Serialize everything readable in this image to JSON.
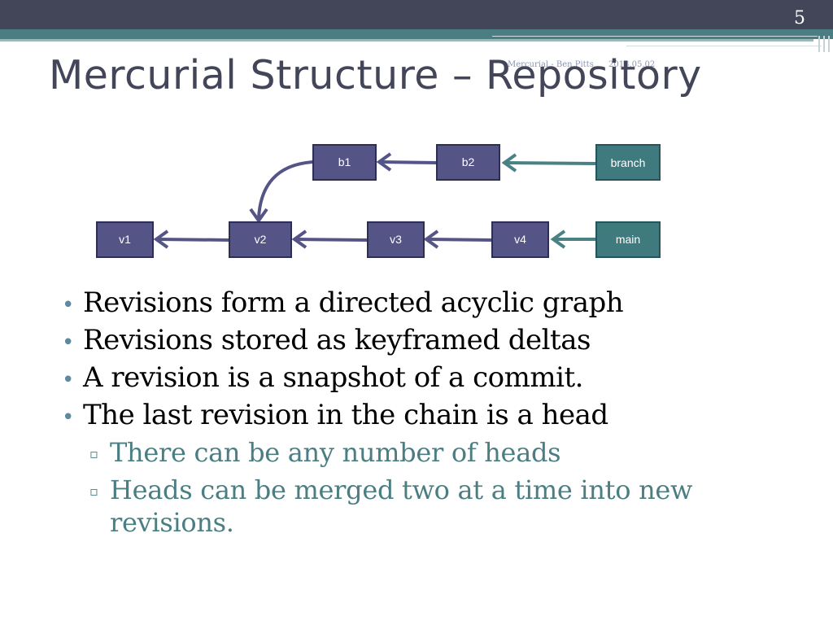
{
  "slide": {
    "page_number": "5",
    "title": "Mercurial Structure – Repository",
    "footer_author": "Mercurial - Ben Pitts",
    "footer_date": "2013.05.02"
  },
  "diagram": {
    "revisions": {
      "v1": "v1",
      "v2": "v2",
      "v3": "v3",
      "v4": "v4",
      "b1": "b1",
      "b2": "b2"
    },
    "labels": {
      "main": "main",
      "branch": "branch"
    }
  },
  "bullets": [
    "Revisions form a directed acyclic graph",
    "Revisions stored as keyframed deltas",
    "A revision is a snapshot of a commit.",
    "The last revision in the chain is a head"
  ],
  "sub_bullets": [
    "There can be any number of heads",
    "Heads can be merged two at a time into new revisions."
  ],
  "colors": {
    "revision_fill": "#545487",
    "label_fill": "#3f7a7e",
    "revision_arrow": "#545487",
    "label_arrow": "#4a8185"
  }
}
